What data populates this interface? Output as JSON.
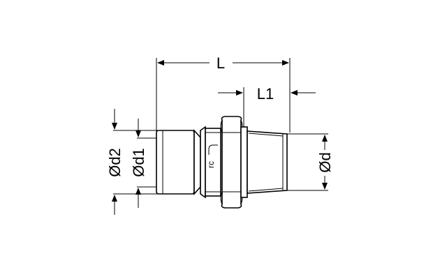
{
  "dimensions": {
    "length_label": "L",
    "length1_label": "L1",
    "diameter_d_label": "Ød",
    "diameter_d1_label": "Ød1",
    "diameter_d2_label": "Ød2"
  },
  "logo_text": "rc"
}
